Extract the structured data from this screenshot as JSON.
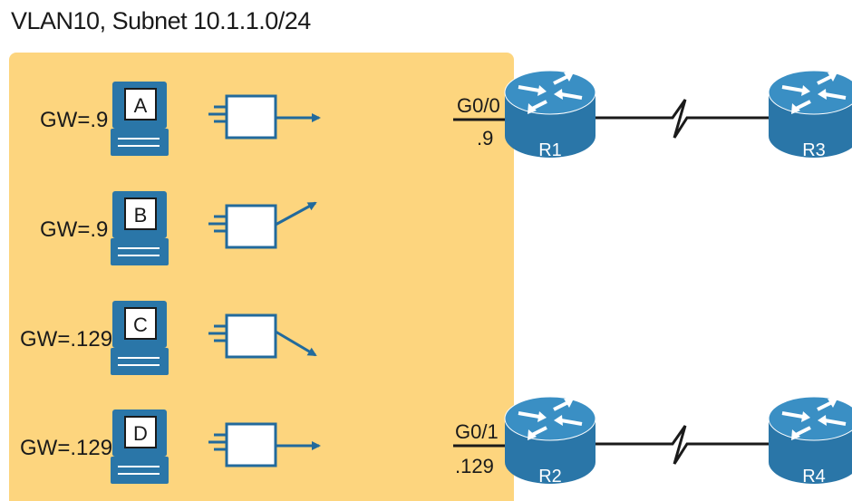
{
  "title": "VLAN10, Subnet 10.1.1.0/24",
  "colors": {
    "vlan_area": "#fdd57e",
    "device_blue": "#2a76a8",
    "screen_fill": "#ffffff",
    "line": "#1a1a1a",
    "arrow": "#226a9c"
  },
  "hosts": [
    {
      "letter": "A",
      "gateway": "GW=.9",
      "arrow_direction": "right"
    },
    {
      "letter": "B",
      "gateway": "GW=.9",
      "arrow_direction": "up-right"
    },
    {
      "letter": "C",
      "gateway": "GW=.129",
      "arrow_direction": "down-right"
    },
    {
      "letter": "D",
      "gateway": "GW=.129",
      "arrow_direction": "right"
    }
  ],
  "routers": [
    {
      "name": "R1",
      "interface": "G0/0",
      "address": ".9"
    },
    {
      "name": "R2",
      "interface": "G0/1",
      "address": ".129"
    },
    {
      "name": "R3"
    },
    {
      "name": "R4"
    }
  ]
}
